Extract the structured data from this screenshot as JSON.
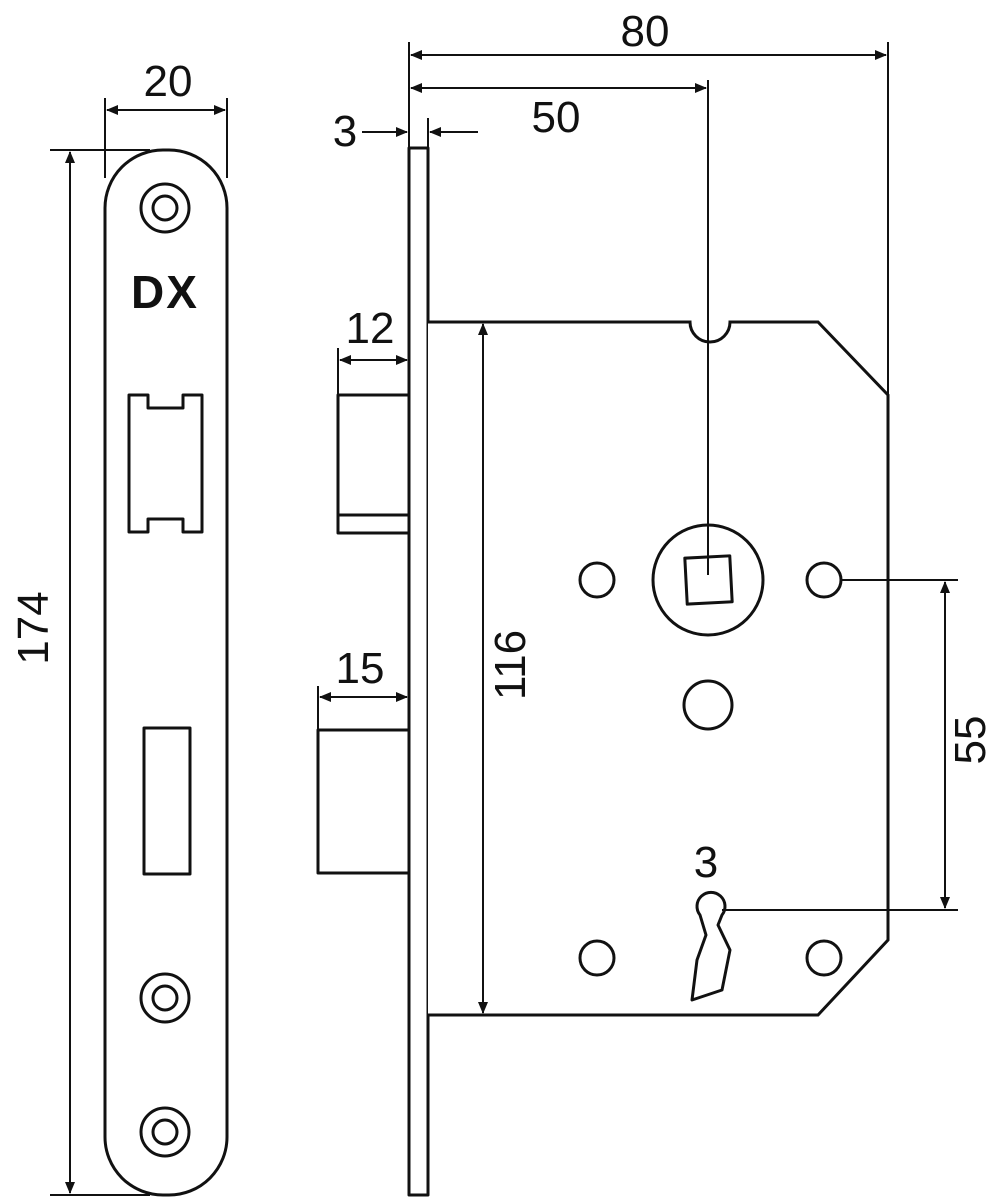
{
  "faceplate": {
    "logo": "DX"
  },
  "dimensions": {
    "faceplate_width": "20",
    "faceplate_height": "174",
    "overall_depth": "80",
    "backset": "50",
    "faceplate_thickness": "3",
    "latch_projection": "12",
    "deadbolt_projection": "15",
    "case_height": "116",
    "centre_distance": "55",
    "key_number": "3"
  },
  "colors": {
    "line": "#111111",
    "background": "#ffffff"
  }
}
